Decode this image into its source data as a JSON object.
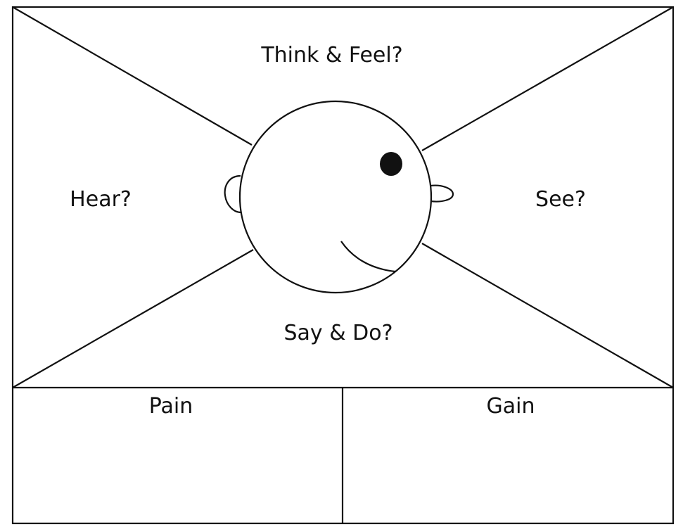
{
  "map": {
    "top_label": "Think & Feel?",
    "left_label": "Hear?",
    "right_label": "See?",
    "bottom_label": "Say & Do?",
    "pain_label": "Pain",
    "gain_label": "Gain"
  },
  "colors": {
    "ink": "#111111",
    "background": "#ffffff"
  }
}
